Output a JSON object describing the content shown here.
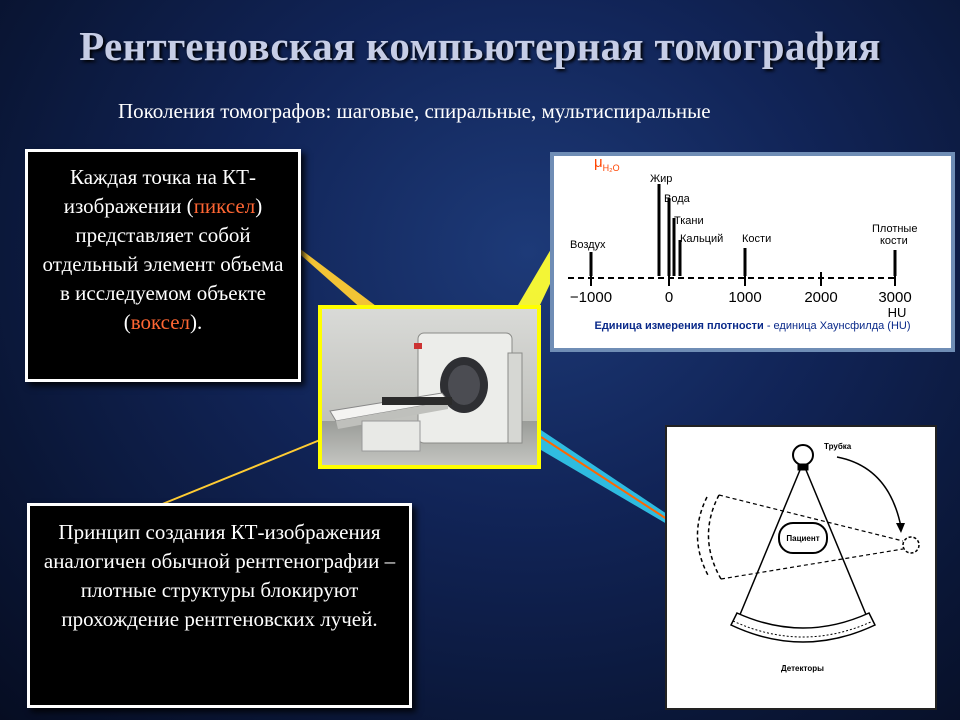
{
  "slide": {
    "title": "Рентгеновская компьютерная томография",
    "subtitle": "Поколения томографов: шаговые,  спиральные,  мультиспиральные"
  },
  "box_pixel": {
    "text_before": "Каждая точка на КТ-изображении (",
    "term1": "пиксел",
    "text_middle": ") представляет собой отдельный элемент объема в исследуемом объекте (",
    "term2": "воксел",
    "text_after": ")."
  },
  "box_principle": {
    "text": "Принцип создания КТ-изображения аналогичен обычной рентгенографии – плотные структуры блокируют прохождение рентгеновских лучей."
  },
  "hu_chart": {
    "mu_symbol": "μ",
    "mu_sub": "H₂O",
    "caption_bold": "Единица измерения плотности",
    "caption_rest": " - единица Хаунсфилда (HU)",
    "axis_unit": "HU",
    "ticks": [
      "−1000",
      "0",
      "1000",
      "2000",
      "3000"
    ],
    "labels": {
      "air": "Воздух",
      "fat": "Жир",
      "water": "Вода",
      "tissue": "Ткани",
      "calcium": "Кальций",
      "bone": "Кости",
      "dense1": "Плотные",
      "dense2": "кости"
    }
  },
  "scheme": {
    "tube": "Трубка",
    "patient": "Пациент",
    "detectors": "Детекторы"
  },
  "colors": {
    "title": "#c6cde6",
    "accent": "#ff6633",
    "highlight": "#ffff00"
  }
}
